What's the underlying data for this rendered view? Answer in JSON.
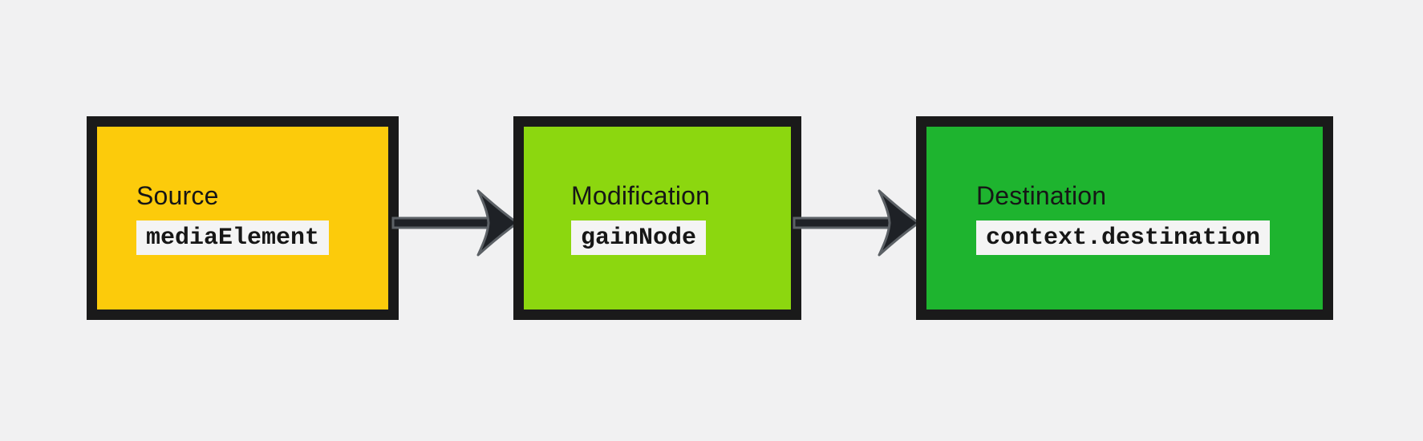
{
  "page": {
    "background_color": "#f1f1f2"
  },
  "diagram": {
    "nodes": [
      {
        "id": "source",
        "label": "Source",
        "code": "mediaElement",
        "fill_color": "#fccb0b"
      },
      {
        "id": "modification",
        "label": "Modification",
        "code": "gainNode",
        "fill_color": "#8cd70f"
      },
      {
        "id": "destination",
        "label": "Destination",
        "code": "context.destination",
        "fill_color": "#1eb42f"
      }
    ],
    "connectors": [
      {
        "from": "source",
        "to": "modification",
        "type": "arrow-right",
        "fill_color": "#1e2126",
        "stroke_color": "#5c6166"
      },
      {
        "from": "modification",
        "to": "destination",
        "type": "arrow-right",
        "fill_color": "#1e2126",
        "stroke_color": "#5c6166"
      }
    ],
    "node_border_color": "#1a1a1a",
    "code_chip_background": "#f4f4f4",
    "text_color": "#161616"
  }
}
